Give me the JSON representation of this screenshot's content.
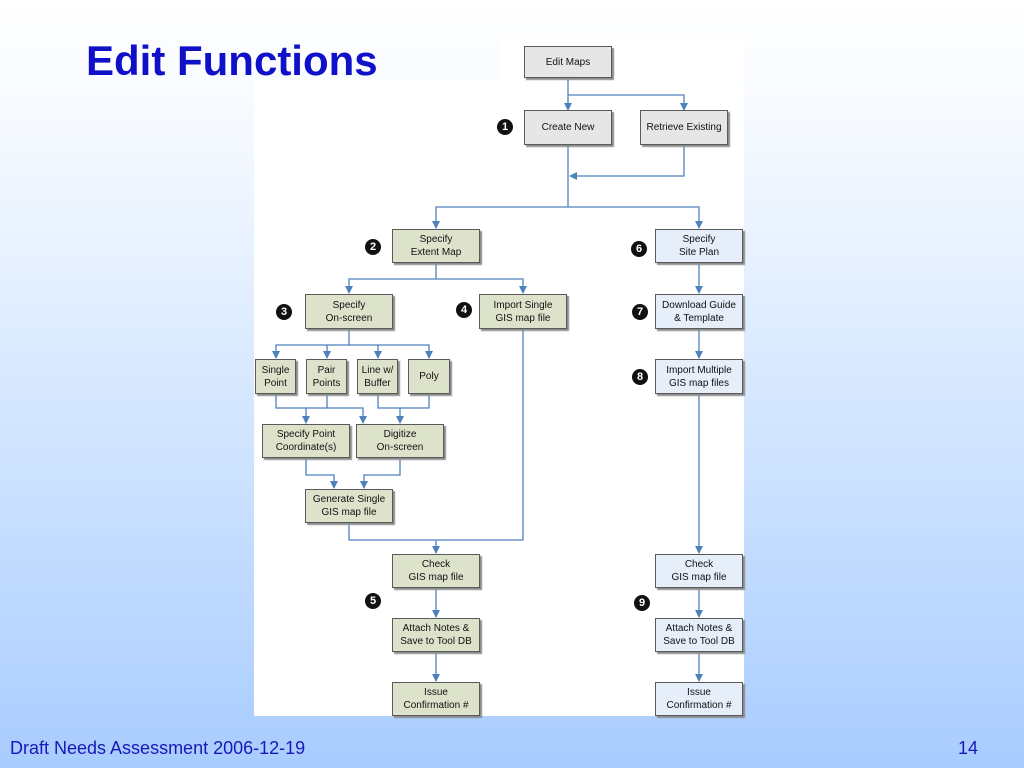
{
  "slide": {
    "title": "Edit Functions",
    "footer_text": "Draft Needs Assessment 2006-12-19",
    "page_number": "14"
  },
  "diagram": {
    "nodes": {
      "edit_maps": "Edit Maps",
      "create_new": "Create New",
      "retrieve_existing": "Retrieve Existing",
      "specify_extent_map": "Specify\nExtent Map",
      "specify_site_plan": "Specify\nSite Plan",
      "specify_on_screen": "Specify\nOn-screen",
      "import_single": "Import Single\nGIS map file",
      "download_guide": "Download Guide\n& Template",
      "single_point": "Single\nPoint",
      "pair_points": "Pair\nPoints",
      "line_buffer": "Line w/\nBuffer",
      "poly": "Poly",
      "import_multiple": "Import Multiple\nGIS map files",
      "specify_point_coords": "Specify Point\nCoordinate(s)",
      "digitize_on_screen": "Digitize\nOn-screen",
      "generate_single": "Generate Single\nGIS map file",
      "check_left": "Check\nGIS map file",
      "check_right": "Check\nGIS map file",
      "attach_left": "Attach Notes &\nSave to Tool DB",
      "attach_right": "Attach Notes &\nSave to Tool DB",
      "issue_left": "Issue\nConfirmation #",
      "issue_right": "Issue\nConfirmation #"
    },
    "step_badges": {
      "b1": "1",
      "b2": "2",
      "b3": "3",
      "b4": "4",
      "b5": "5",
      "b6": "6",
      "b7": "7",
      "b8": "8",
      "b9": "9"
    },
    "colors": {
      "connector": "#4f81bd",
      "gray_fill": "#e6e6e6",
      "green_fill": "#dde3cb",
      "blue_fill": "#e6eefa",
      "title": "#1010c8"
    }
  }
}
